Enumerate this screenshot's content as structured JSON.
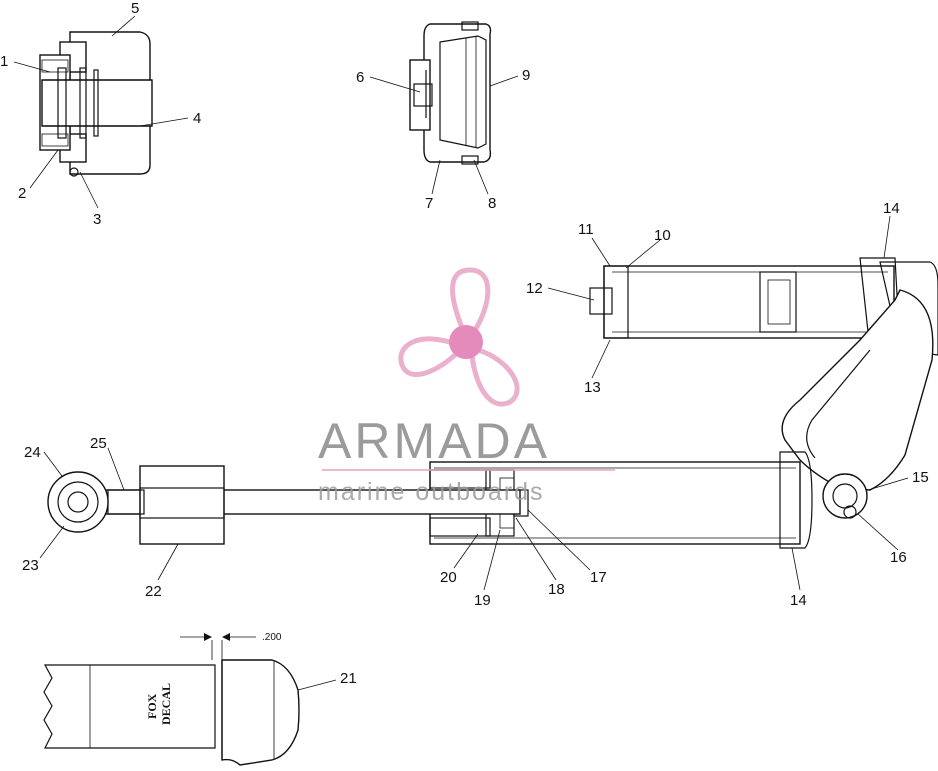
{
  "diagram": {
    "callouts": [
      {
        "id": "c1",
        "text": "1"
      },
      {
        "id": "c2",
        "text": "2"
      },
      {
        "id": "c3",
        "text": "3"
      },
      {
        "id": "c4",
        "text": "4"
      },
      {
        "id": "c5",
        "text": "5"
      },
      {
        "id": "c6",
        "text": "6"
      },
      {
        "id": "c7",
        "text": "7"
      },
      {
        "id": "c8",
        "text": "8"
      },
      {
        "id": "c9",
        "text": "9"
      },
      {
        "id": "c10",
        "text": "10"
      },
      {
        "id": "c11",
        "text": "11"
      },
      {
        "id": "c12",
        "text": "12"
      },
      {
        "id": "c13",
        "text": "13"
      },
      {
        "id": "c14a",
        "text": "14"
      },
      {
        "id": "c14b",
        "text": "14"
      },
      {
        "id": "c15",
        "text": "15"
      },
      {
        "id": "c16",
        "text": "16"
      },
      {
        "id": "c17",
        "text": "17"
      },
      {
        "id": "c18",
        "text": "18"
      },
      {
        "id": "c19",
        "text": "19"
      },
      {
        "id": "c20",
        "text": "20"
      },
      {
        "id": "c21",
        "text": "21"
      },
      {
        "id": "c22",
        "text": "22"
      },
      {
        "id": "c23",
        "text": "23"
      },
      {
        "id": "c24",
        "text": "24"
      },
      {
        "id": "c25",
        "text": "25"
      }
    ],
    "dimension": ".200",
    "decal_line1": "FOX",
    "decal_line2": "DECAL"
  },
  "watermark": {
    "brand": "ARMADA",
    "tagline": "marine outboards",
    "colors": {
      "brand_text": "#8a8a8a",
      "propeller": "#e8a8c8",
      "hub": "#e27fb4"
    }
  },
  "colors": {
    "line": "#111111",
    "background": "#ffffff"
  }
}
